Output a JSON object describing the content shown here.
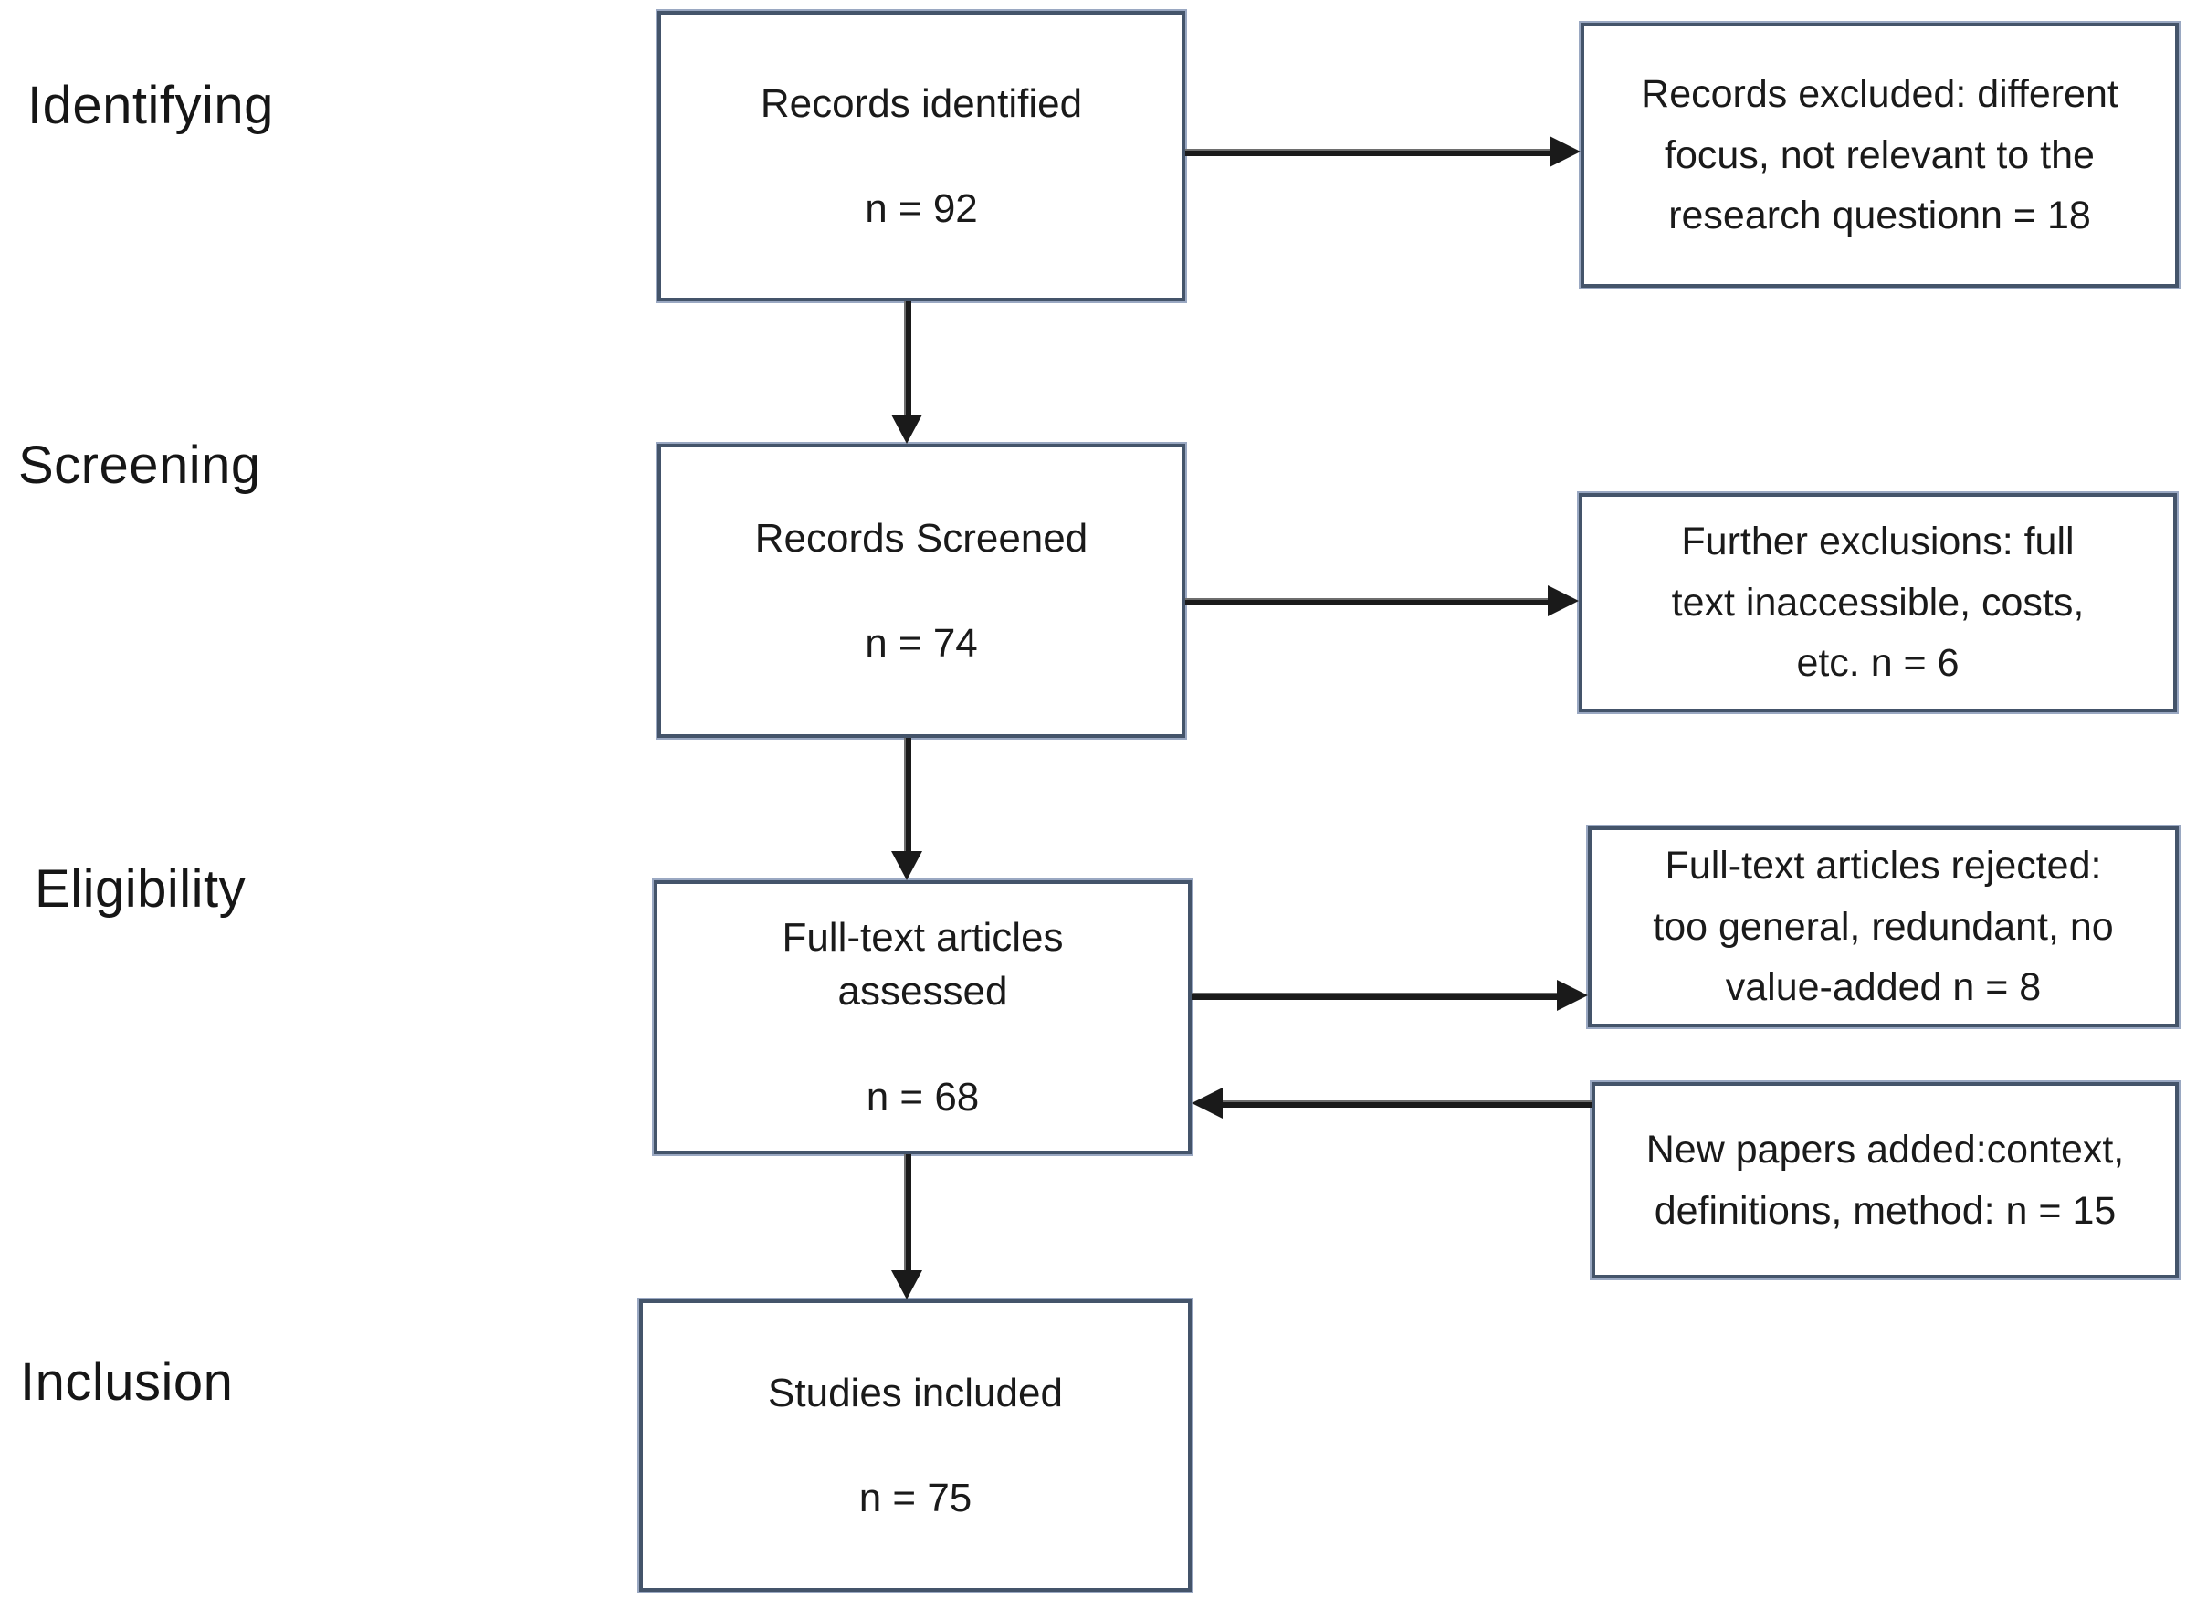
{
  "diagram": {
    "title": "Systematic review PRISMA-style flow diagram",
    "stages": {
      "identifying": {
        "label": "Identifying"
      },
      "screening": {
        "label": "Screening"
      },
      "eligibility": {
        "label": "Eligibility"
      },
      "inclusion": {
        "label": "Inclusion"
      }
    },
    "main_boxes": {
      "identified": {
        "title": "Records identified",
        "count": "n = 92"
      },
      "screened": {
        "title": "Records Screened",
        "count": "n = 74"
      },
      "assessed": {
        "title": "Full-text articles\nassessed",
        "count": "n = 68"
      },
      "included": {
        "title": "Studies included",
        "count": "n = 75"
      }
    },
    "side_boxes": {
      "excluded": {
        "text": "Records excluded: different\nfocus, not relevant to the\nresearch questionn = 18"
      },
      "further": {
        "text": "Further exclusions: full\ntext inaccessible, costs,\netc. n = 6"
      },
      "rejected": {
        "text": "Full-text articles rejected:\ntoo general, redundant, no\nvalue-added n = 8"
      },
      "new_papers": {
        "text": "New papers added:context,\ndefinitions, method: n = 15"
      }
    },
    "colors": {
      "box_border": "#44546A",
      "box_border_light": "#9aa8c2",
      "arrow": "#1a1a1a",
      "text": "#1a1a1a",
      "background": "#ffffff"
    }
  }
}
